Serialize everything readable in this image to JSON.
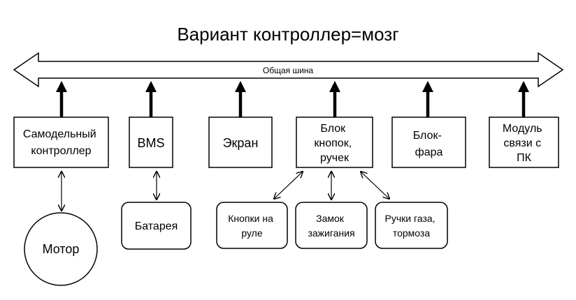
{
  "title": "Вариант контроллер=мозг",
  "bus": {
    "label": "Общая шина"
  },
  "nodes": {
    "controller": [
      "Самодельный",
      "контроллер"
    ],
    "bms": [
      "BMS"
    ],
    "screen": [
      "Экран"
    ],
    "buttons_block": [
      "Блок",
      "кнопок,",
      "ручек"
    ],
    "headlight": [
      "Блок-",
      "фара"
    ],
    "pc_module": [
      "Модуль",
      "связи с",
      "ПК"
    ],
    "motor": [
      "Мотор"
    ],
    "battery": [
      "Батарея"
    ],
    "handlebar_buttons": [
      "Кнопки на",
      "руле"
    ],
    "ignition_lock": [
      "Замок",
      "зажигания"
    ],
    "throttle_brake": [
      "Ручки газа,",
      "тормоза"
    ]
  }
}
